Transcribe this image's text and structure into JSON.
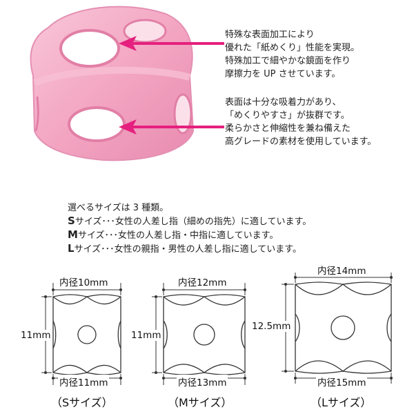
{
  "product_text": {
    "block1": [
      "特殊な表面加工により",
      "優れた「紙めくり」性能を実現。",
      "特殊加工で細やかな鏡面を作り",
      "摩擦力を UP させています。"
    ],
    "block2": [
      "表面は十分な吸着力があり、",
      "「めくりやすさ」が抜群です。",
      "柔らかさと伸縮性を兼ね備えた",
      "高グレードの素材を使用しています。"
    ]
  },
  "sizes": {
    "intro": "選べるサイズは 3 種類。",
    "lines": [
      {
        "letter": "S",
        "text": "サイズ･･･女性の人差し指（細めの指先）に適しています。"
      },
      {
        "letter": "M",
        "text": "サイズ･･･女性の人差し指・中指に適しています。"
      },
      {
        "letter": "L",
        "text": "サイズ･･･女性の親指・男性の人差し指に適しています。"
      }
    ]
  },
  "diagrams": [
    {
      "top_label": "内径10mm",
      "side_label": "11mm",
      "bottom_label": "内径11mm",
      "caption": "（Sサイズ）"
    },
    {
      "top_label": "内径12mm",
      "side_label": "11mm",
      "bottom_label": "内径13mm",
      "caption": "（Mサイズ）"
    },
    {
      "top_label": "内径14mm",
      "side_label": "12.5mm",
      "bottom_label": "内径15mm",
      "caption": "（Lサイズ）"
    }
  ],
  "colors": {
    "arrow": "#e5207e",
    "cap_pink": "#f4a7c3",
    "cap_pink_dark": "#e27fa6",
    "line": "#333333"
  }
}
